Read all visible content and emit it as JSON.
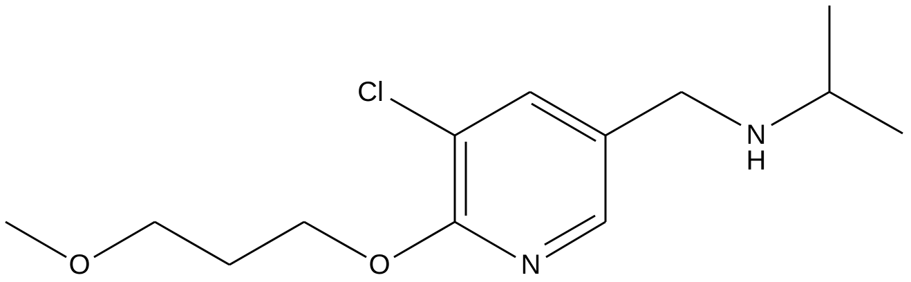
{
  "molecule": {
    "atoms": {
      "cl": "Cl",
      "nh_n": "N",
      "nh_h": "H",
      "ring_n": "N",
      "ether_o": "O",
      "methoxy_o": "O"
    }
  }
}
